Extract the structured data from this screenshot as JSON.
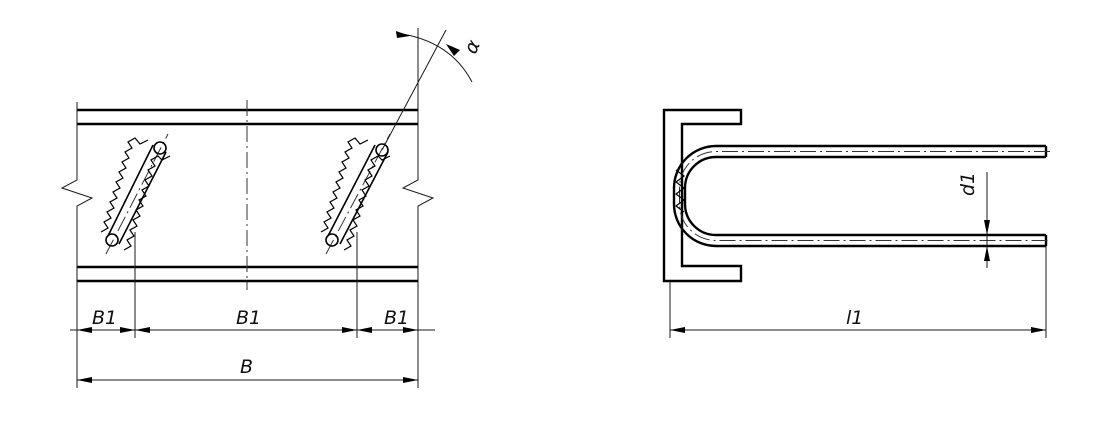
{
  "labels": {
    "b1_left": "B1",
    "b1_middle": "B1",
    "b1_right": "B1",
    "b_total": "B",
    "angle": "α",
    "diameter": "d1",
    "length": "l1"
  }
}
